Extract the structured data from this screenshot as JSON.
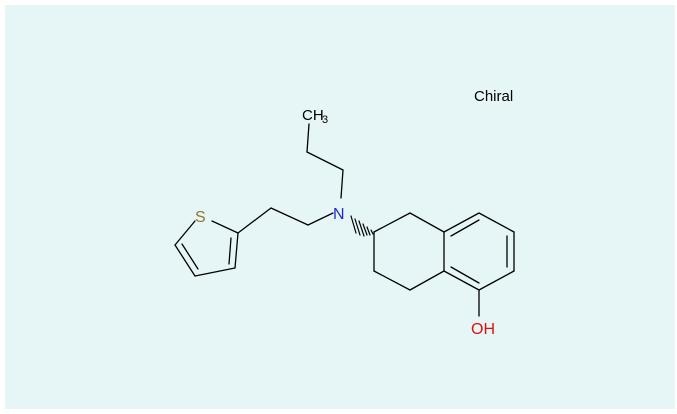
{
  "figure": {
    "background_color": "#e6f6f6",
    "bond_color": "#000000",
    "chirality_label": "Chiral"
  },
  "atoms": {
    "sulfur": {
      "label": "S",
      "color": "#8b7a2a"
    },
    "nitrogen": {
      "label": "N",
      "color": "#1f2bd1"
    },
    "hydroxyl": {
      "label": "OH",
      "color": "#e01010"
    },
    "methyl": {
      "label": "CH",
      "subscript": "3",
      "color": "#000000"
    }
  }
}
